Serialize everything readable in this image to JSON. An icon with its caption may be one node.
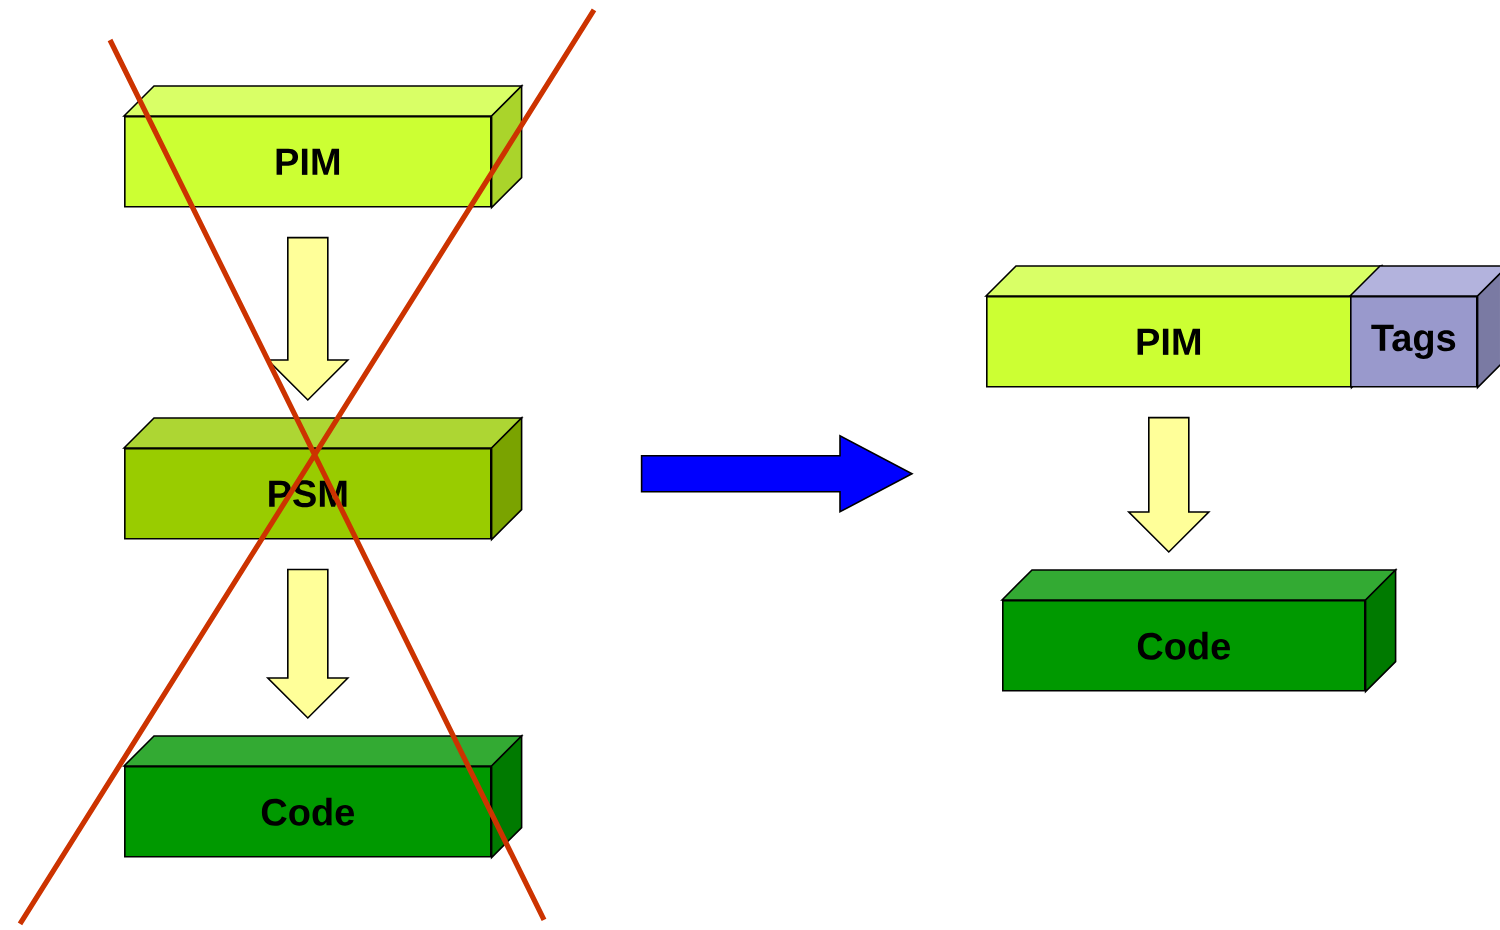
{
  "diagram": {
    "nodes": [
      {
        "text": [
          "PIM"
        ]
      },
      {
        "text": [
          "PSM"
        ]
      },
      {
        "text": [
          "Code"
        ]
      },
      {
        "text": [
          "PIM"
        ]
      },
      {
        "text": [
          "Tags"
        ]
      },
      {
        "text": [
          "Code"
        ]
      }
    ],
    "edges": [
      {
        "from": 0,
        "to": 1,
        "arrow": "to"
      },
      {
        "from": 1,
        "to": 2,
        "arrow": "to"
      },
      {
        "from": 1,
        "to": 3,
        "arrow": "to",
        "style": "thick",
        "color": "#0000ff"
      },
      {
        "from": 3,
        "to": 5,
        "arrow": "to"
      }
    ]
  }
}
